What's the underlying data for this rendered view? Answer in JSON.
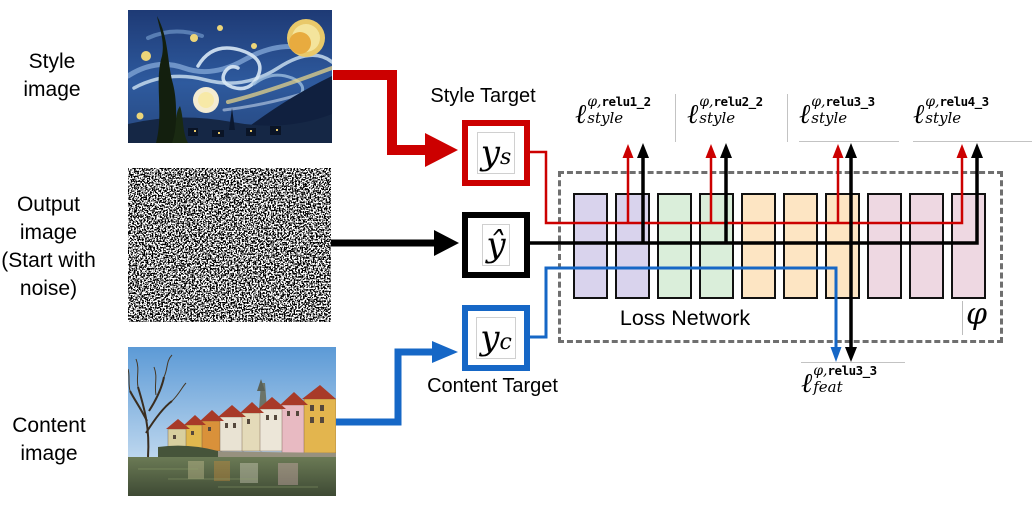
{
  "left_labels": [
    {
      "lines": [
        "Style",
        "image"
      ]
    },
    {
      "lines": [
        "Output",
        "image",
        "(Start with",
        "noise)"
      ]
    },
    {
      "lines": [
        "Content",
        "image"
      ]
    }
  ],
  "figures": {
    "style": "starry-night-painting",
    "output": "random-black-white-noise",
    "content": "tubingen-riverfront-photo"
  },
  "targets": {
    "style_caption": "Style Target",
    "content_caption": "Content Target",
    "ys": {
      "base": "y",
      "sub": "s"
    },
    "yhat": {
      "base": "ŷ"
    },
    "yc": {
      "base": "y",
      "sub": "c"
    }
  },
  "network": {
    "title": "Loss Network",
    "phi": "φ",
    "layer_colors": [
      "#d9d3ed",
      "#d9d3ed",
      "#daeeda",
      "#daeeda",
      "#fde5c3",
      "#fde5c3",
      "#fde5c3",
      "#eed8e2",
      "#eed8e2",
      "#eed8e2"
    ]
  },
  "loss_labels": {
    "style": [
      {
        "ell": "ℓ",
        "sup_phi": "φ,",
        "sup_relu": "relu1_2",
        "sub": "style"
      },
      {
        "ell": "ℓ",
        "sup_phi": "φ,",
        "sup_relu": "relu2_2",
        "sub": "style"
      },
      {
        "ell": "ℓ",
        "sup_phi": "φ,",
        "sup_relu": "relu3_3",
        "sub": "style"
      },
      {
        "ell": "ℓ",
        "sup_phi": "φ,",
        "sup_relu": "relu4_3",
        "sub": "style"
      }
    ],
    "feat": {
      "ell": "ℓ",
      "sup_phi": "φ,",
      "sup_relu": "relu3_3",
      "sub": "feat"
    }
  },
  "colors": {
    "style_red": "#cc0000",
    "content_blue": "#1667c6",
    "line_black": "#000000",
    "dash_gray": "#6f6f6f"
  }
}
